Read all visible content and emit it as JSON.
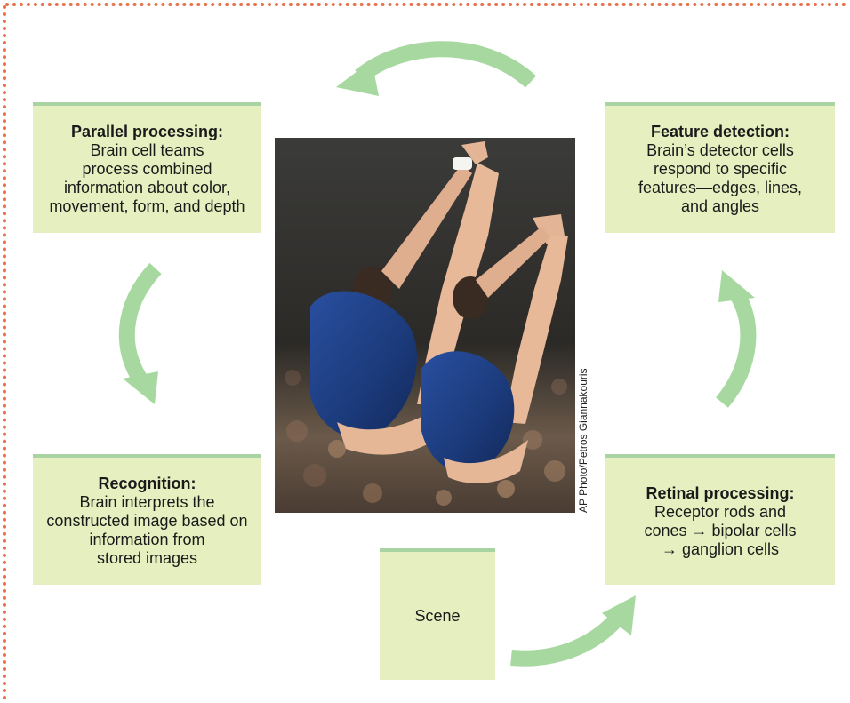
{
  "boxes": {
    "parallel": {
      "title": "Parallel processing:",
      "body": "Brain cell teams\nprocess combined\ninformation about color,\nmovement, form, and depth"
    },
    "feature": {
      "title": "Feature detection:",
      "body": "Brain’s detector cells\nrespond to specific\nfeatures—edges, lines,\nand angles"
    },
    "recognition": {
      "title": "Recognition:",
      "body": "Brain interprets the\nconstructed image based on\ninformation from\nstored images"
    },
    "retinal": {
      "title": "Retinal processing:",
      "body": "Receptor rods and\ncones → bipolar cells\n→ ganglion cells"
    },
    "scene": {
      "label": "Scene"
    }
  },
  "photo_credit": "AP Photo/Petros Giannakouris",
  "colors": {
    "box_fill": "#e6efbf",
    "box_top_border": "#a9d3a3",
    "arrow": "#a6d89f",
    "dotted_border": "#e8704a"
  }
}
